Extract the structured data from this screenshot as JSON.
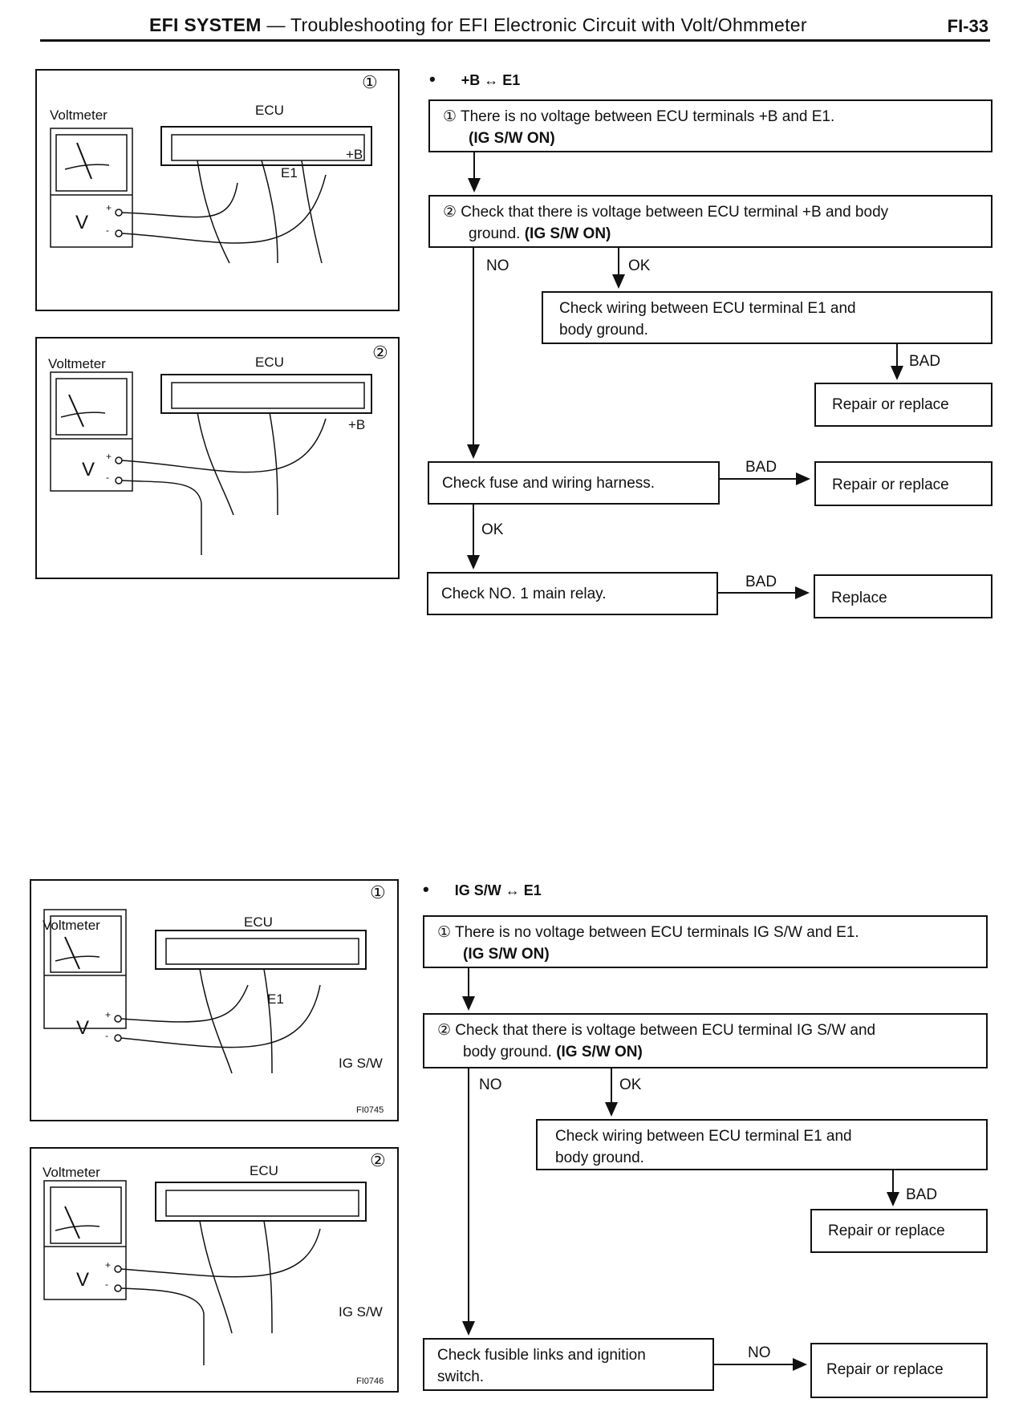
{
  "header": {
    "section": "EFI SYSTEM",
    "dash": " — ",
    "subtitle": "Troubleshooting for EFI Electronic Circuit with Volt/Ohmmeter",
    "page": "FI-33"
  },
  "flow1": {
    "heading": "+B ↔ E1",
    "step1_text": "① There is no voltage between ECU terminals +B and E1.",
    "step1_cond": "(IG S/W ON)",
    "step2_text": "② Check that there is voltage between ECU terminal +B and body",
    "step2_cont": "ground.",
    "step2_cond": "(IG S/W ON)",
    "no": "NO",
    "ok": "OK",
    "check_e1_line1": "Check wiring between ECU terminal E1 and",
    "check_e1_line2": "body ground.",
    "bad1": "BAD",
    "repair1": "Repair or replace",
    "check_fuse": "Check fuse and wiring harness.",
    "bad2": "BAD",
    "repair2": "Repair or replace",
    "ok2": "OK",
    "check_relay": "Check NO. 1 main relay.",
    "bad3": "BAD",
    "replace": "Replace"
  },
  "flow2": {
    "heading": "IG S/W ↔ E1",
    "step1_text": "① There is no voltage between ECU terminals IG S/W and E1.",
    "step1_cond": "(IG S/W ON)",
    "step2_text": "② Check that there is voltage between ECU terminal IG S/W and",
    "step2_cont": "body ground.",
    "step2_cond": "(IG S/W ON)",
    "no": "NO",
    "ok": "OK",
    "check_e1_line1": "Check wiring between ECU terminal E1 and",
    "check_e1_line2": "body ground.",
    "bad1": "BAD",
    "repair1": "Repair or replace",
    "check_links_line1": "Check fusible links and ignition",
    "check_links_line2": "switch.",
    "no2": "NO",
    "repair2": "Repair or replace"
  },
  "figures": {
    "voltmeter": "Voltmeter",
    "ecu": "ECU",
    "v": "V",
    "plus": "+",
    "minus": "-",
    "circle1": "①",
    "circle2": "②",
    "plus_b": "+B",
    "e1": "E1",
    "ig_sw": "IG S/W",
    "code1": "FI0745",
    "code2": "FI0746"
  }
}
